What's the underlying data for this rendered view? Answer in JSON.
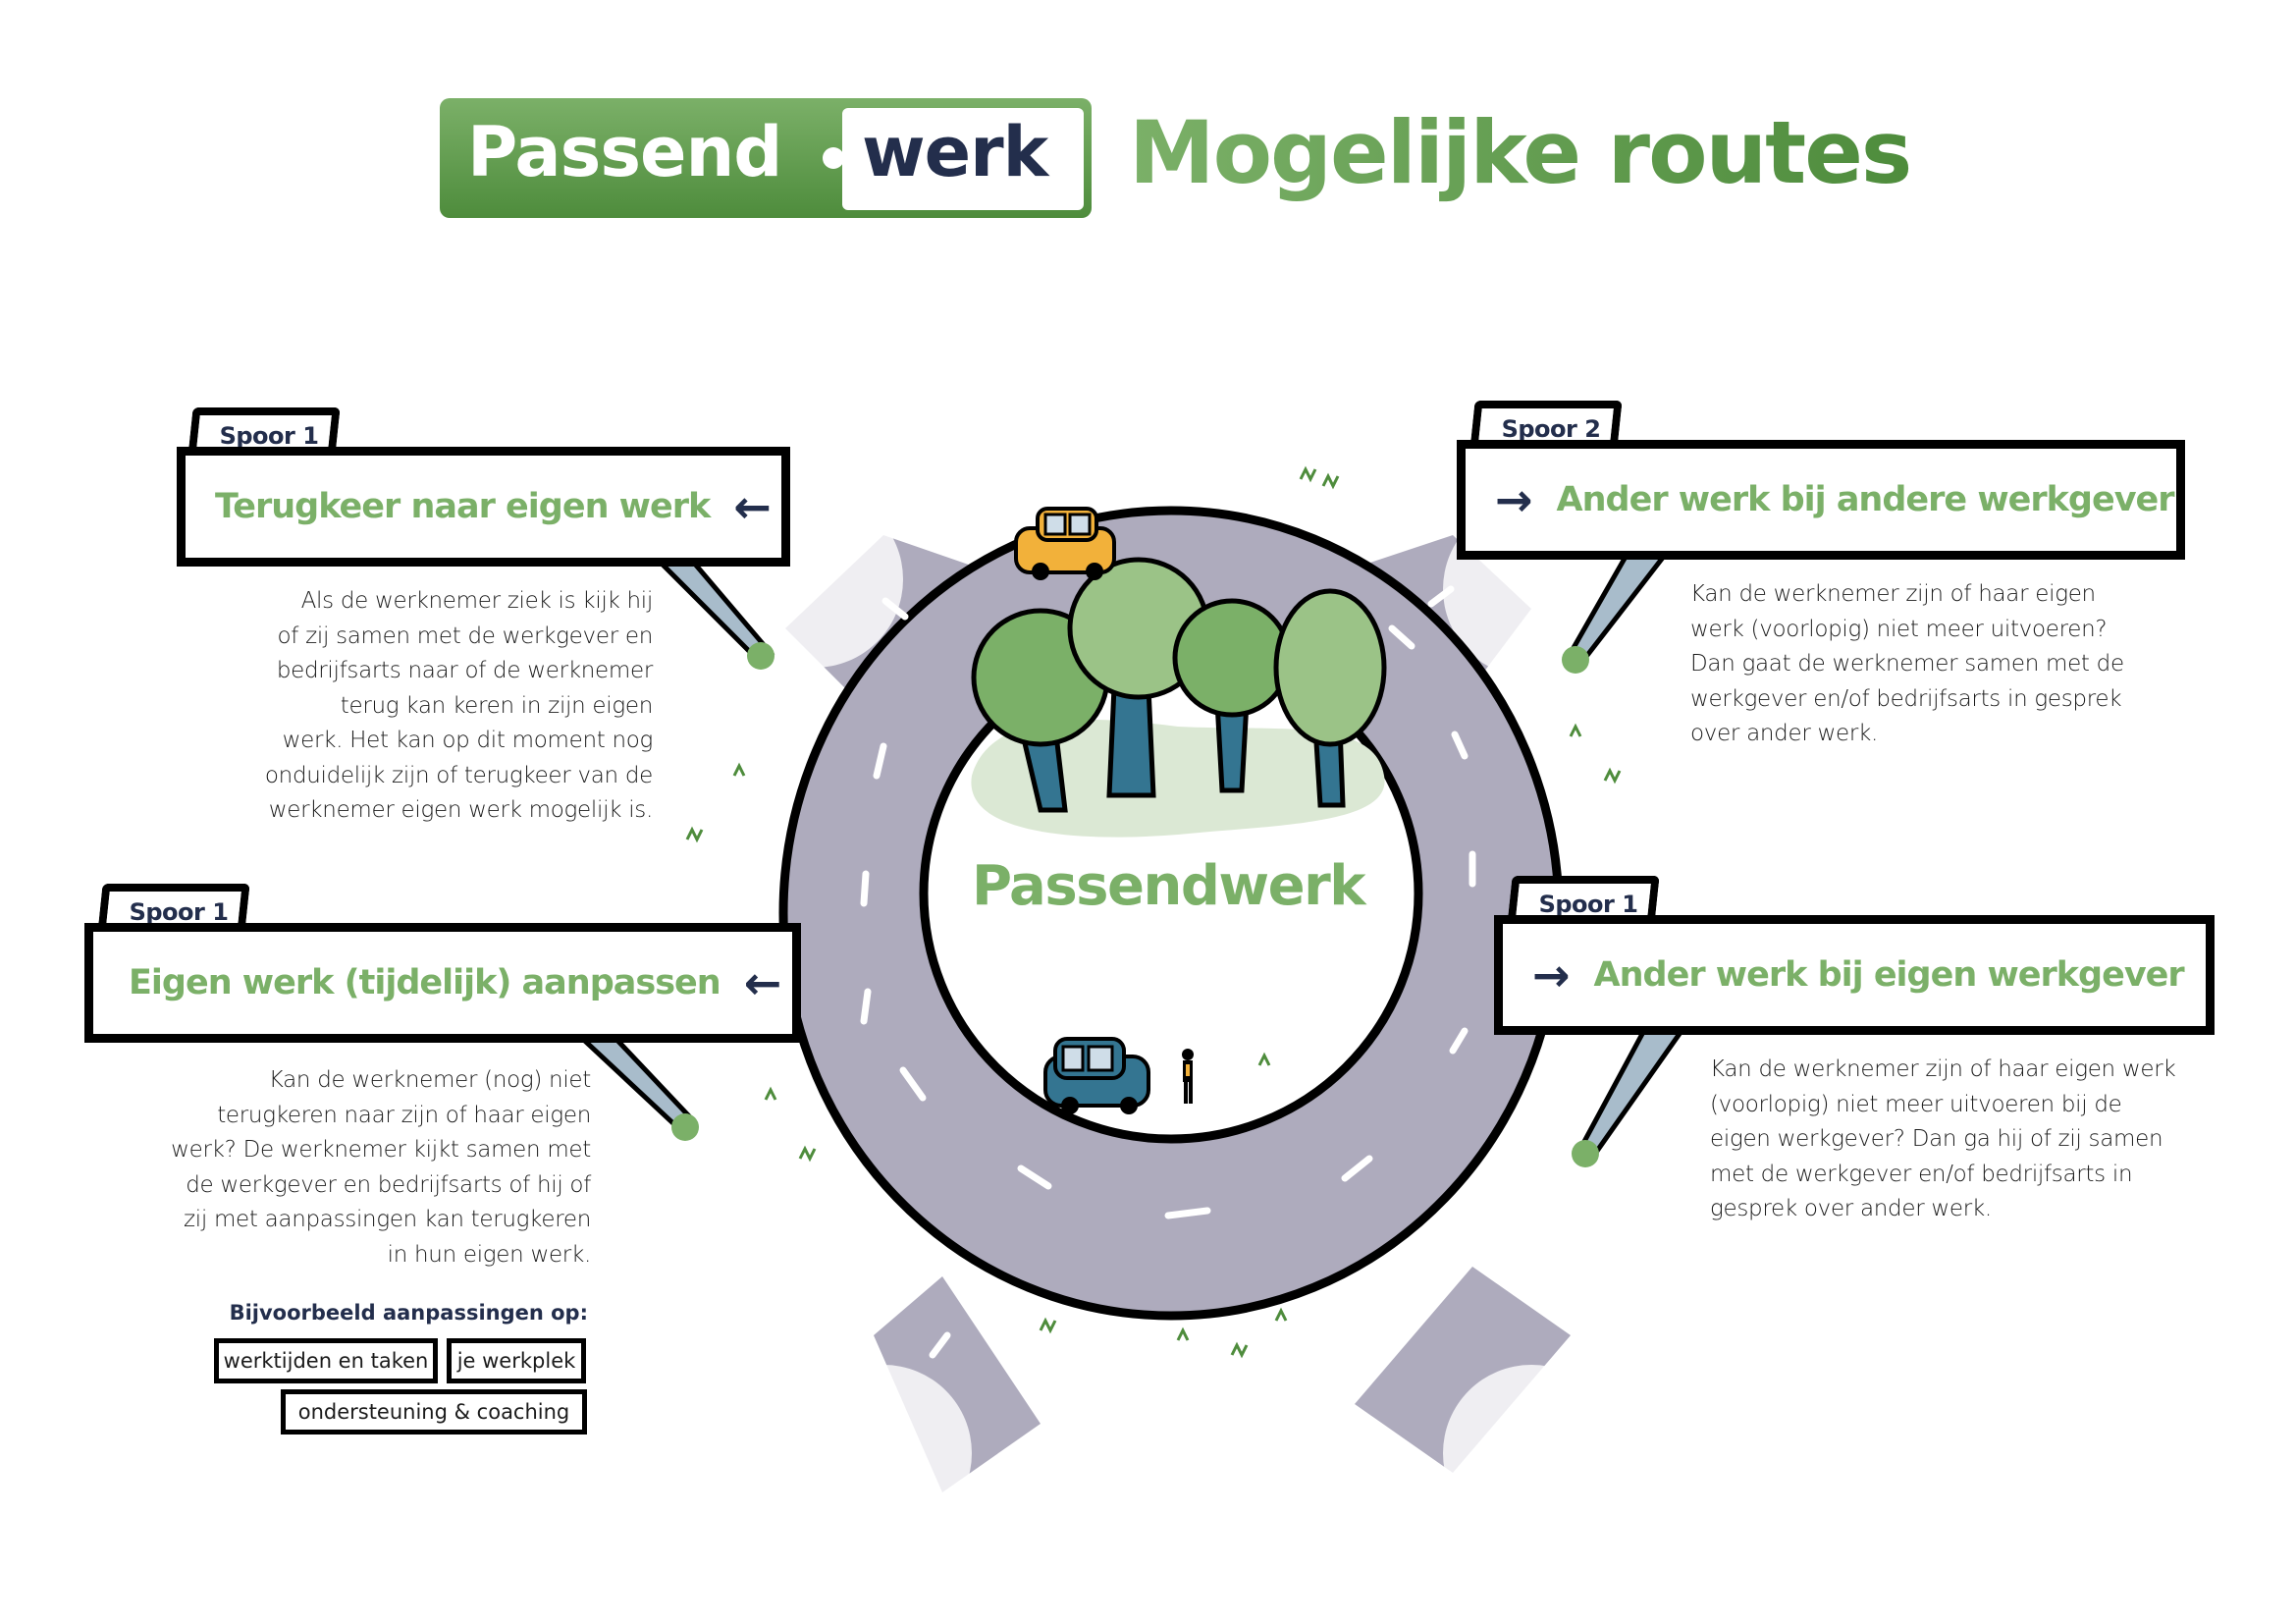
{
  "header": {
    "logo_left": "Passend",
    "logo_right": "werk",
    "title": "Mogelijke routes"
  },
  "colors": {
    "green": "#7bb068",
    "dark_green": "#4e8c3c",
    "navy": "#232e4c",
    "road": "#aeabbd",
    "car_yellow": "#f2b13a",
    "car_teal": "#347591",
    "pole": "#a8bccb"
  },
  "center": {
    "label": "Passendwerk"
  },
  "routes": [
    {
      "id": "top-left",
      "track": "Spoor 1",
      "heading": "Terugkeer naar eigen werk",
      "arrow": "←",
      "arrow_icon": "arrow-left-icon",
      "text": [
        "Als de werknemer ziek is kijk hij",
        "of zij samen met de werkgever en",
        "bedrijfsarts naar of de werknemer",
        "terug kan keren in zijn eigen",
        "werk. Het kan op dit moment nog",
        "onduidelijk zijn of terugkeer van de",
        "werknemer eigen werk mogelijk is."
      ]
    },
    {
      "id": "bottom-left",
      "track": "Spoor 1",
      "heading": "Eigen werk (tijdelijk) aanpassen",
      "arrow": "←",
      "arrow_icon": "arrow-left-icon",
      "text": [
        "Kan de werknemer (nog) niet",
        "terugkeren naar zijn of haar eigen",
        "werk? De werknemer kijkt samen met",
        "de werkgever en bedrijfsarts of hij of",
        "zij met aanpassingen kan terugkeren",
        "in hun eigen werk."
      ],
      "examples_title": "Bijvoorbeeld aanpassingen op:",
      "examples": [
        "werktijden en taken",
        "je werkplek",
        "ondersteuning & coaching"
      ]
    },
    {
      "id": "top-right",
      "track": "Spoor 2",
      "heading": "Ander werk bij andere werkgever",
      "arrow": "→",
      "arrow_icon": "arrow-right-icon",
      "text": [
        "Kan de werknemer zijn of haar eigen",
        "werk (voorlopig) niet meer uitvoeren?",
        "Dan gaat de werknemer samen met de",
        "werkgever en/of bedrijfsarts in gesprek",
        "over ander werk."
      ]
    },
    {
      "id": "bottom-right",
      "track": "Spoor 1",
      "heading": "Ander werk bij eigen werkgever",
      "arrow": "→",
      "arrow_icon": "arrow-right-icon",
      "text": [
        "Kan de werknemer zijn of haar eigen werk",
        "(voorlopig) niet meer uitvoeren bij de",
        "eigen werkgever? Dan ga hij of zij samen",
        "met de werkgever en/of bedrijfsarts in",
        "gesprek over ander werk."
      ]
    }
  ]
}
